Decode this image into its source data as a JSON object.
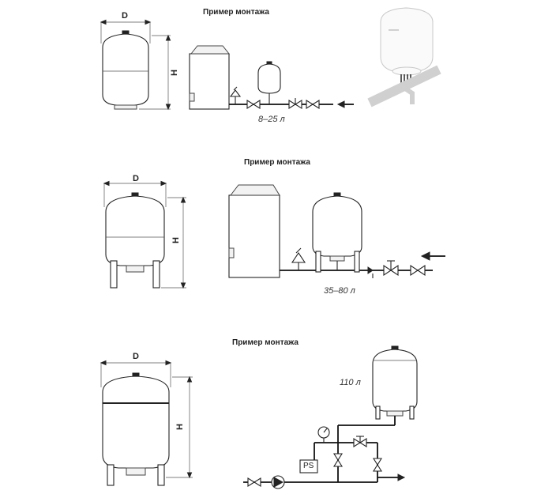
{
  "rows": [
    {
      "heading": "Пример монтажа",
      "diameter_label": "D",
      "height_label": "H",
      "volume": "8–25 л"
    },
    {
      "heading": "Пример монтажа",
      "diameter_label": "D",
      "height_label": "H",
      "volume": "35–80 л"
    },
    {
      "heading": "Пример монтажа",
      "diameter_label": "D",
      "height_label": "H",
      "volume": "110 л",
      "pressure_switch_label": "PS"
    }
  ]
}
